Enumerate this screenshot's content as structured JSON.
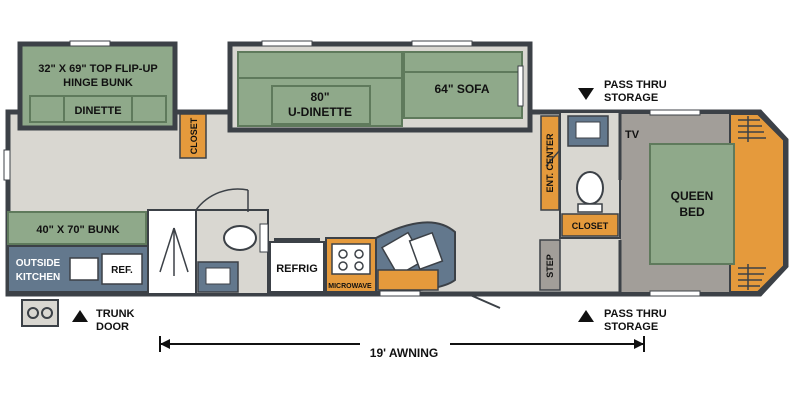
{
  "labels": {
    "bunk_top": "32\" X 69\" TOP FLIP-UP",
    "bunk_hinge": "HINGE BUNK",
    "dinette": "DINETTE",
    "udinette_size": "80\"",
    "udinette_name": "U-DINETTE",
    "sofa": "64\" SOFA",
    "closet_left": "CLOSET",
    "bunk_lower": "40\" X 70\" BUNK",
    "outside": "OUTSIDE",
    "kitchen": "KITCHEN",
    "ref": "REF.",
    "refrig": "REFRIG",
    "microwave": "MICROWAVE",
    "ent_center": "ENT. CENTER",
    "closet_right": "CLOSET",
    "step": "STEP",
    "tv": "TV",
    "queen": "QUEEN",
    "bed": "BED",
    "pass_thru_top_1": "PASS THRU",
    "pass_thru_top_2": "STORAGE",
    "pass_thru_bottom_1": "PASS THRU",
    "pass_thru_bottom_2": "STORAGE",
    "trunk": "TRUNK",
    "door": "DOOR",
    "awning": "19' AWNING"
  },
  "colors": {
    "wall": "#3c4147",
    "floor": "#d9d7d1",
    "green": "#8fa98a",
    "green_dark": "#5f7a5c",
    "orange": "#e59a3c",
    "blue": "#63788d",
    "bedroom_floor": "#a29e99",
    "white": "#ffffff"
  }
}
